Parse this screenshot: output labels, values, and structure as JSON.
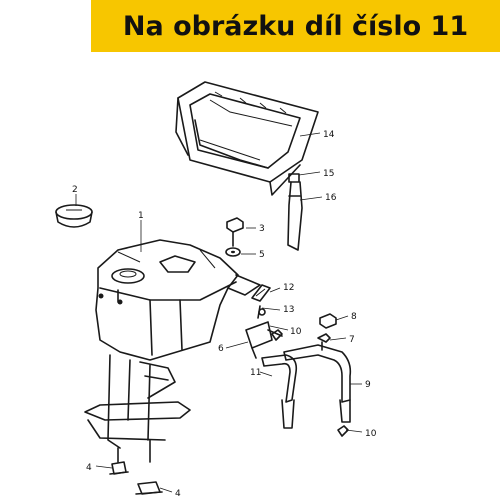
{
  "banner": {
    "text": "Na obrázku díl číslo 11",
    "color": "#f7c600"
  },
  "callouts": [
    "1",
    "2",
    "3",
    "4",
    "4",
    "5",
    "6",
    "7",
    "8",
    "9",
    "10",
    "10",
    "11",
    "12",
    "13",
    "14",
    "15",
    "16"
  ]
}
